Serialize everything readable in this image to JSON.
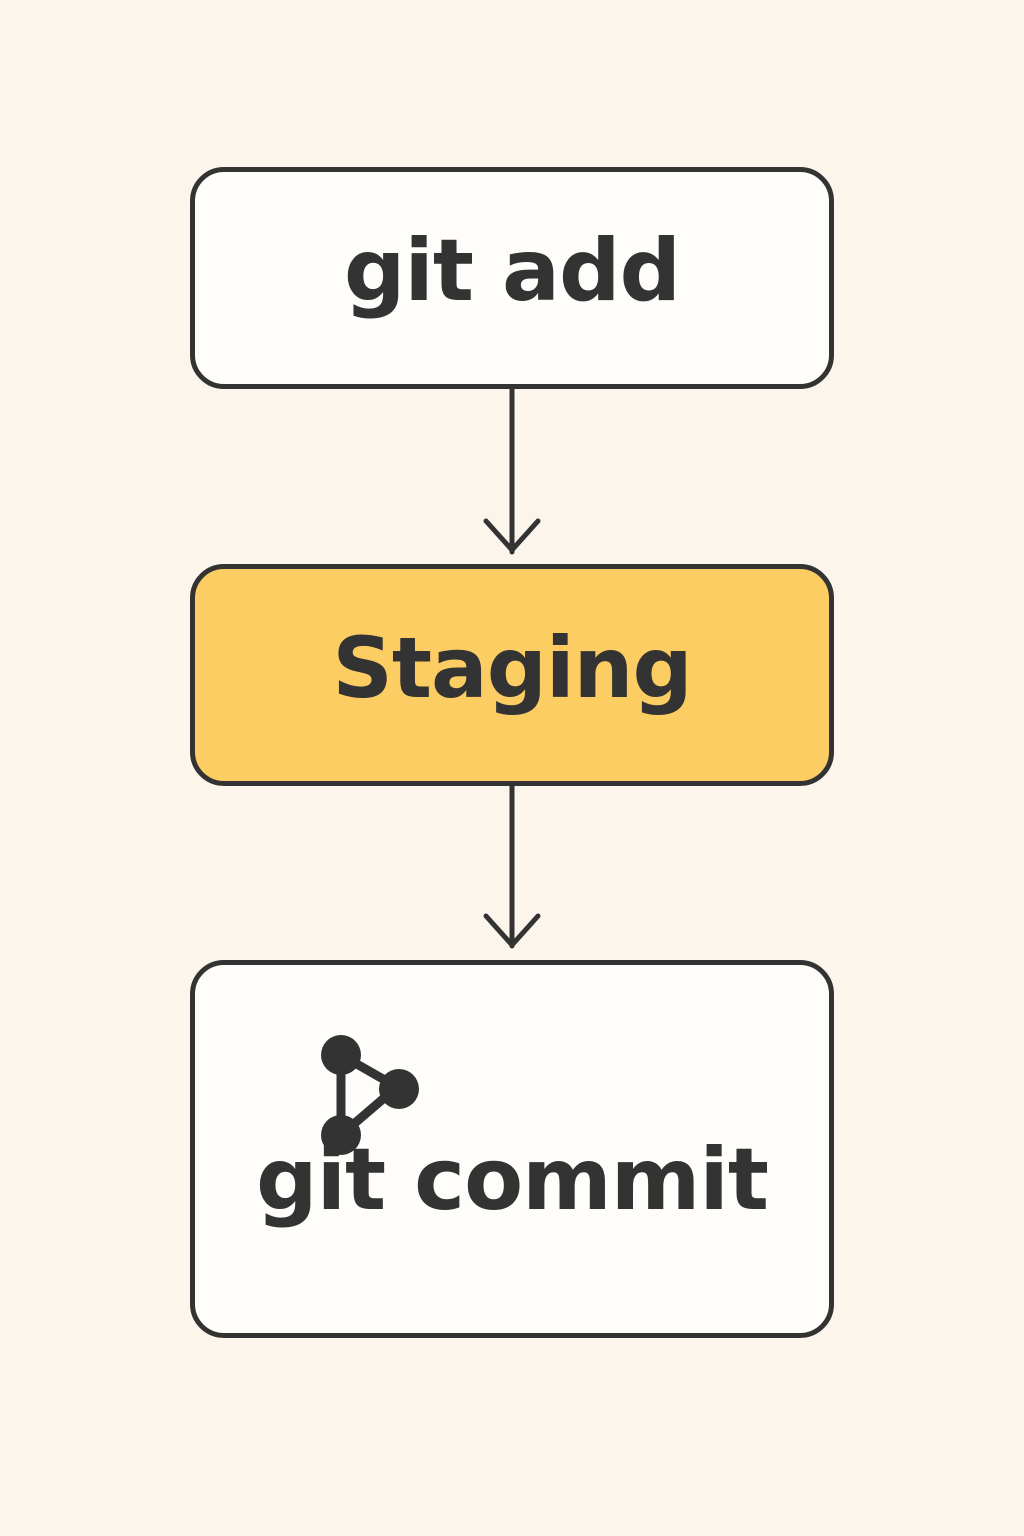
{
  "colors": {
    "background": "#FBF5EC",
    "box_fill": "#FFFDFA",
    "highlight_fill": "#FCCD62",
    "stroke": "#333333"
  },
  "nodes": [
    {
      "id": "git-add",
      "label": "git add",
      "fill": "#FFFDFA"
    },
    {
      "id": "staging",
      "label": "Staging",
      "fill": "#FCCD62"
    },
    {
      "id": "git-commit",
      "label": "git commit",
      "fill": "#FFFDFA",
      "icon": "commit-graph-icon"
    }
  ],
  "edges": [
    {
      "from": "git-add",
      "to": "staging"
    },
    {
      "from": "staging",
      "to": "git-commit"
    }
  ]
}
